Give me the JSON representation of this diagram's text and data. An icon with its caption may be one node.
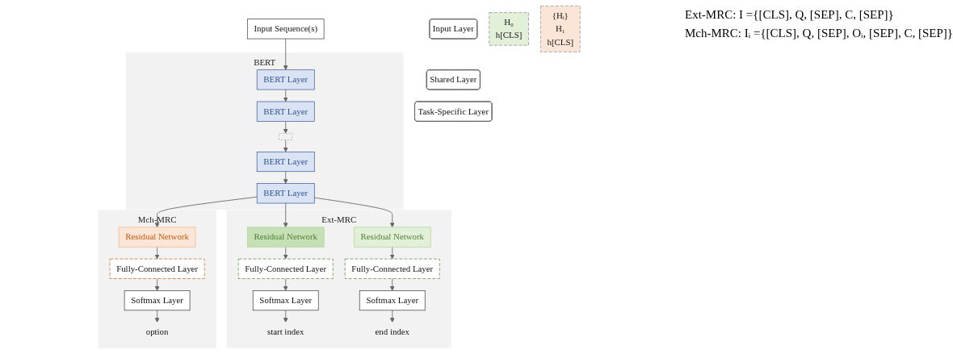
{
  "diagram": {
    "nodes": [
      {
        "text": [
          "Input Layer"
        ]
      },
      {
        "text": [
          "Shared Layer"
        ]
      },
      {
        "text": [
          "Task-Specific Layer"
        ]
      },
      {
        "text": [
          "Input Sequence(s)"
        ]
      },
      {
        "text": [
          "BERT"
        ]
      },
      {
        "text": [
          "BERT Layer"
        ],
        "in": 4
      },
      {
        "text": [
          "BERT Layer"
        ],
        "in": 4
      },
      {
        "text": [],
        "shape": "bar",
        "in": 4
      },
      {
        "text": [
          "BERT Layer"
        ],
        "in": 4
      },
      {
        "text": [
          "BERT Layer"
        ],
        "in": 4
      },
      {
        "text": [
          "Ext-MRC"
        ]
      },
      {
        "text": [
          "Residual Network"
        ],
        "in": 10
      },
      {
        "text": [
          "Residual Network"
        ],
        "in": 10
      },
      {
        "text": [
          "Fully-Connected Layer"
        ],
        "in": 10
      },
      {
        "text": [
          "Fully-Connected Layer"
        ],
        "in": 10
      },
      {
        "text": [
          "Softmax Layer"
        ],
        "in": 10
      },
      {
        "text": [
          "Softmax Layer"
        ],
        "in": 10
      },
      {
        "text": [
          "start index"
        ],
        "in": 10
      },
      {
        "text": [
          "end index"
        ],
        "in": 10
      },
      {
        "text": [
          "Mch-MRC"
        ]
      },
      {
        "text": [
          "Residual Network"
        ],
        "in": 19
      },
      {
        "text": [
          "Fully-Connected Layer"
        ],
        "in": 19
      },
      {
        "text": [
          "Softmax Layer"
        ],
        "in": 19
      },
      {
        "text": [
          "option"
        ],
        "in": 19
      },
      {
        "text": [
          "H₀",
          "h[CLS]"
        ]
      },
      {
        "text": [
          "{Hᵢ}",
          "H₁",
          "h[CLS]"
        ]
      }
    ],
    "edges": [
      {
        "from": 3,
        "to": 5,
        "arrow": "to"
      },
      {
        "from": 5,
        "to": 6,
        "arrow": "to"
      },
      {
        "from": 6,
        "to": 7,
        "arrow": "to"
      },
      {
        "from": 7,
        "to": 8,
        "arrow": "to"
      },
      {
        "from": 8,
        "to": 9,
        "arrow": "to"
      },
      {
        "from": 9,
        "to": 11,
        "arrow": "to"
      },
      {
        "from": 9,
        "to": 12,
        "arrow": "to"
      },
      {
        "from": 9,
        "to": 20,
        "arrow": "to"
      },
      {
        "from": 11,
        "to": 13,
        "arrow": "to"
      },
      {
        "from": 12,
        "to": 14,
        "arrow": "to"
      },
      {
        "from": 13,
        "to": 15,
        "arrow": "to"
      },
      {
        "from": 14,
        "to": 16,
        "arrow": "to"
      },
      {
        "from": 15,
        "to": 17,
        "arrow": "to"
      },
      {
        "from": 16,
        "to": 18,
        "arrow": "to"
      },
      {
        "from": 20,
        "to": 21,
        "arrow": "to"
      },
      {
        "from": 21,
        "to": 22,
        "arrow": "to"
      },
      {
        "from": 22,
        "to": 23,
        "arrow": "to"
      }
    ],
    "labels": [
      "Ext-MRC: I ={[CLS], Q, [SEP], C, [SEP]}",
      "Mch-MRC: Iᵢ ={[CLS], Q, [SEP], Oᵢ, [SEP], C, [SEP]}"
    ]
  }
}
